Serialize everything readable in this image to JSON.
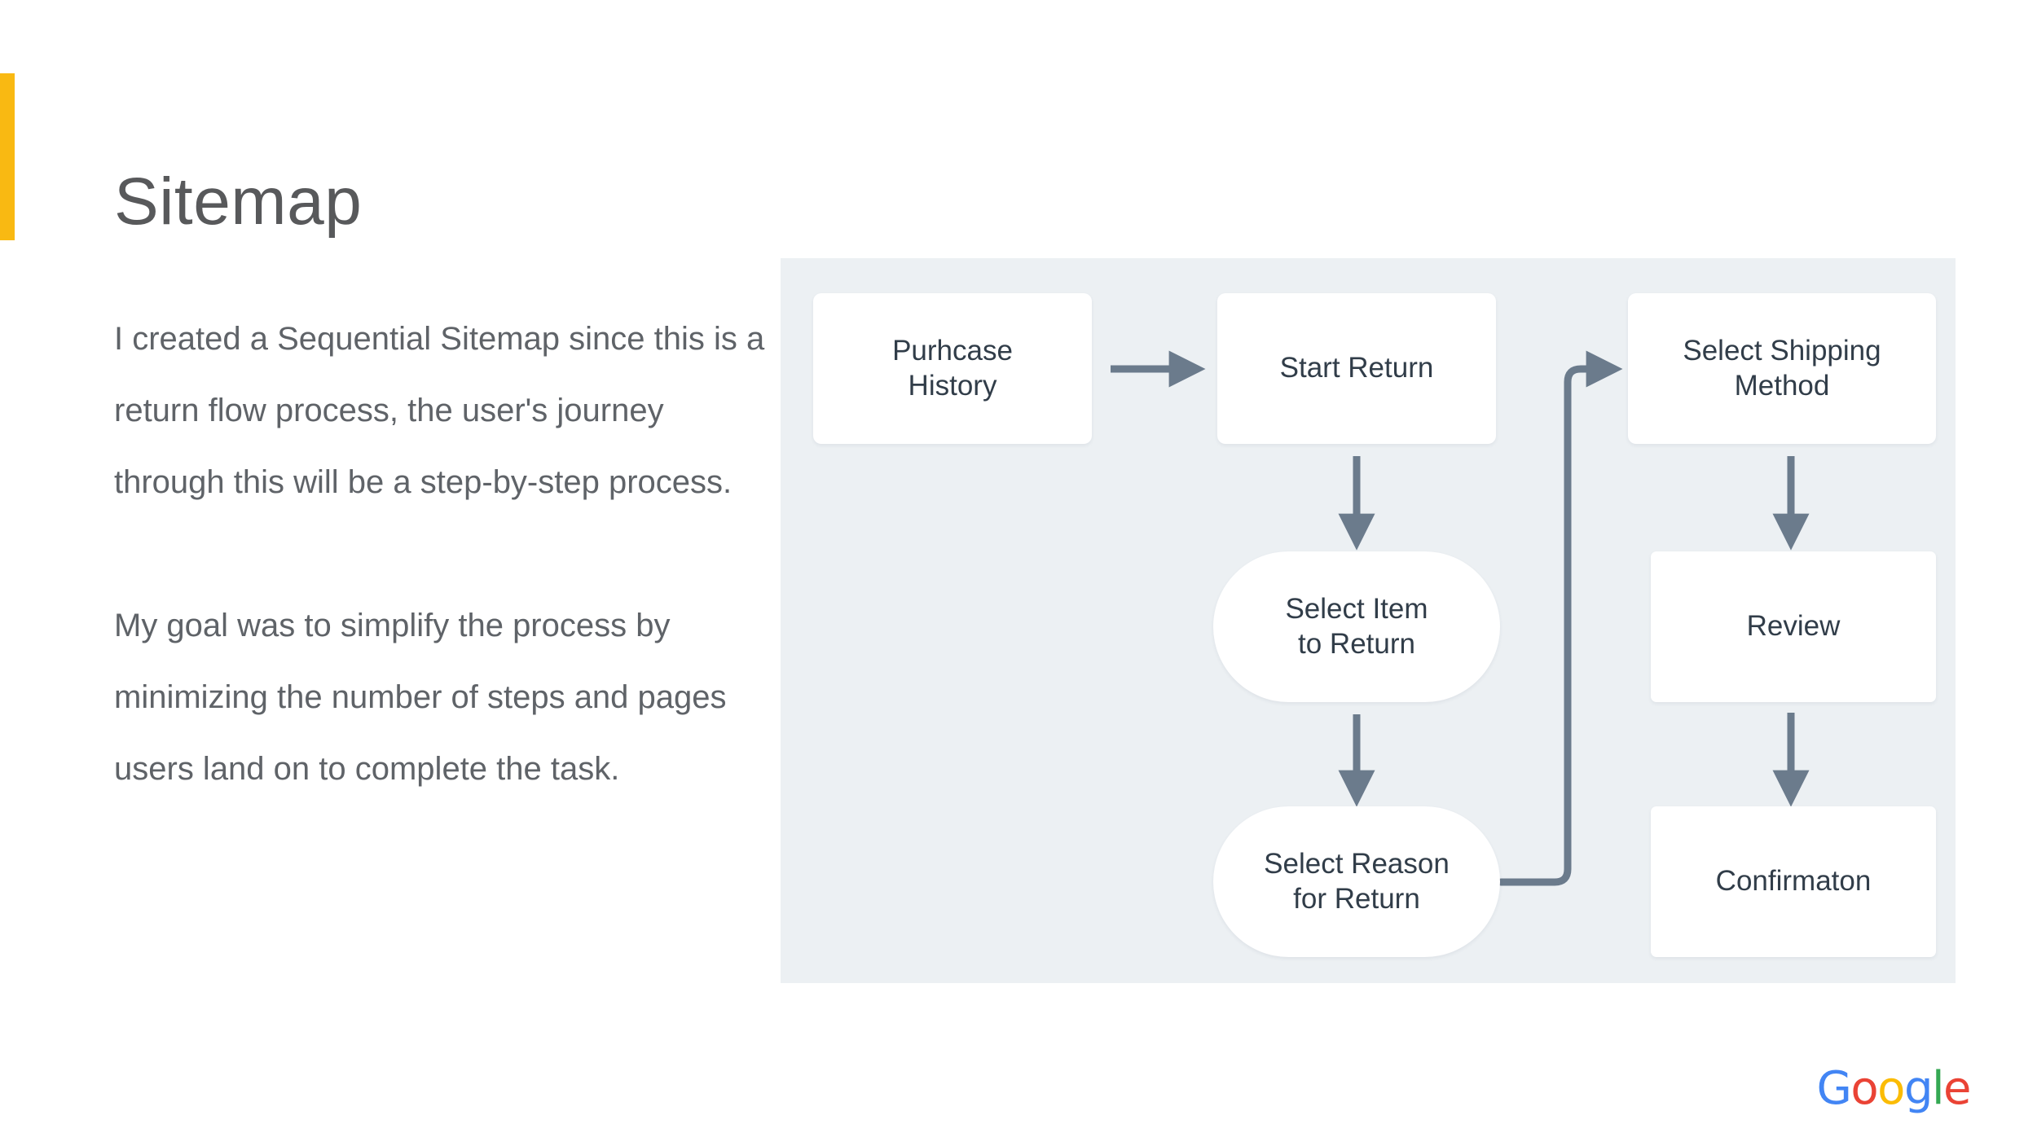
{
  "slide": {
    "title": "Sitemap",
    "accent_color": "#F9B912",
    "background_color": "#ffffff"
  },
  "body": {
    "paragraphs": [
      "I created a Sequential Sitemap since this is a return flow process, the user's journey through this will be a step-by-step process.",
      "My goal was to simplify the process by minimizing the number of steps and pages users land on to complete the task."
    ]
  },
  "diagram": {
    "panel_background": "#ecf0f3",
    "node_background": "#ffffff",
    "node_text_color": "#313d49",
    "connector_color": "#6b7b8c",
    "nodes": [
      {
        "id": "purchase-history",
        "label": "Purhcase History",
        "shape": "rect",
        "column": 1,
        "row": 1
      },
      {
        "id": "start-return",
        "label": "Start Return",
        "shape": "rect",
        "column": 2,
        "row": 1
      },
      {
        "id": "select-item",
        "label": "Select Item to Return",
        "shape": "pill",
        "column": 2,
        "row": 2
      },
      {
        "id": "select-reason",
        "label": "Select Reason for Return",
        "shape": "pill",
        "column": 2,
        "row": 3
      },
      {
        "id": "shipping-method",
        "label": "Select Shipping Method",
        "shape": "rect",
        "column": 3,
        "row": 1
      },
      {
        "id": "review",
        "label": "Review",
        "shape": "rect",
        "column": 3,
        "row": 2
      },
      {
        "id": "confirmation",
        "label": "Confirmaton",
        "shape": "rect",
        "column": 3,
        "row": 3
      }
    ],
    "node_labels": {
      "purchase_history_line1": "Purhcase",
      "purchase_history_line2": "History",
      "start_return": "Start Return",
      "select_item_line1": "Select Item",
      "select_item_line2": "to Return",
      "select_reason_line1": "Select Reason",
      "select_reason_line2": "for Return",
      "shipping_method_line1": "Select Shipping",
      "shipping_method_line2": "Method",
      "review": "Review",
      "confirmation": "Confirmaton"
    },
    "connectors": [
      {
        "from": "purchase-history",
        "to": "start-return",
        "type": "arrow-right"
      },
      {
        "from": "start-return",
        "to": "select-item",
        "type": "arrow-down"
      },
      {
        "from": "select-item",
        "to": "select-reason",
        "type": "arrow-down"
      },
      {
        "from": "select-reason",
        "to": "shipping-method",
        "type": "elbow-right-up-right"
      },
      {
        "from": "shipping-method",
        "to": "review",
        "type": "arrow-down"
      },
      {
        "from": "review",
        "to": "confirmation",
        "type": "arrow-down"
      }
    ]
  },
  "footer": {
    "logo": {
      "letters": [
        "G",
        "o",
        "o",
        "g",
        "l",
        "e"
      ],
      "colors": [
        "#4285F4",
        "#EA4335",
        "#FBBC05",
        "#4285F4",
        "#34A853",
        "#EA4335"
      ]
    }
  }
}
